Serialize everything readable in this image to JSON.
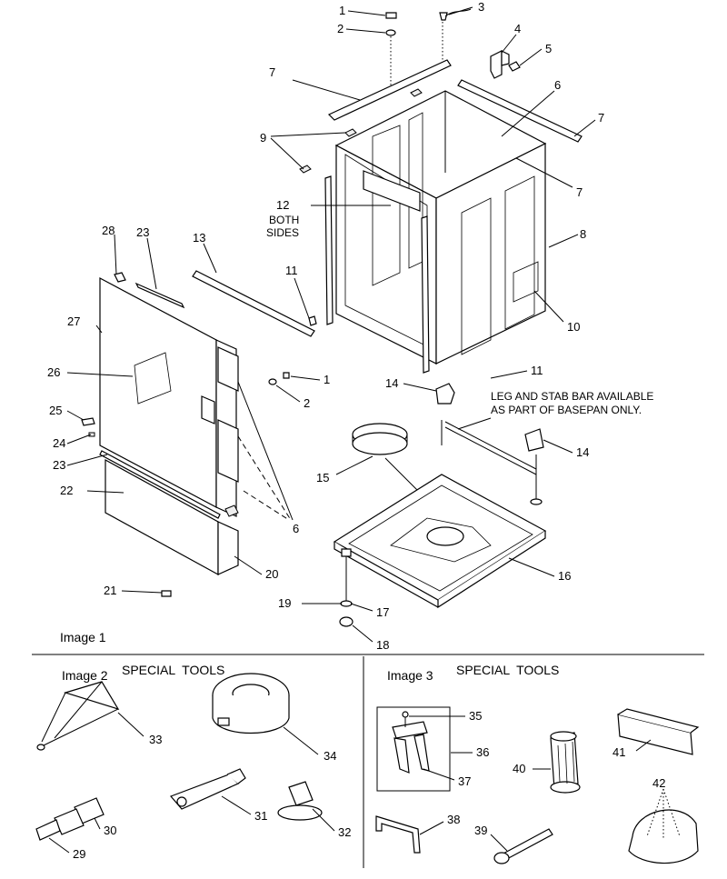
{
  "callouts": {
    "c1a": "1",
    "c2a": "2",
    "c3": "3",
    "c4": "4",
    "c5": "5",
    "c6a": "6",
    "c7a": "7",
    "c7b": "7",
    "c7c": "7",
    "c8": "8",
    "c9": "9",
    "c10": "10",
    "c11a": "11",
    "c11b": "11",
    "c12": "12",
    "c13": "13",
    "c14a": "14",
    "c14b": "14",
    "c15": "15",
    "c16": "16",
    "c17": "17",
    "c18": "18",
    "c19": "19",
    "c20": "20",
    "c21": "21",
    "c22": "22",
    "c23a": "23",
    "c23b": "23",
    "c24": "24",
    "c25": "25",
    "c26": "26",
    "c27": "27",
    "c28": "28",
    "c1b": "1",
    "c2b": "2",
    "c6b": "6",
    "c29": "29",
    "c30": "30",
    "c31": "31",
    "c32": "32",
    "c33": "33",
    "c34": "34",
    "c35": "35",
    "c36": "36",
    "c37": "37",
    "c38": "38",
    "c39": "39",
    "c40": "40",
    "c41": "41",
    "c42": "42"
  },
  "notes": {
    "both_line1": "BOTH",
    "both_line2": "SIDES",
    "leg_line1": "LEG AND STAB BAR AVAILABLE",
    "leg_line2": "AS PART OF BASEPAN ONLY."
  },
  "sections": {
    "image1": "Image 1",
    "image2": "Image 2",
    "image3": "Image 3",
    "special_tools_2": "SPECIAL  TOOLS",
    "special_tools_3": "SPECIAL  TOOLS"
  }
}
